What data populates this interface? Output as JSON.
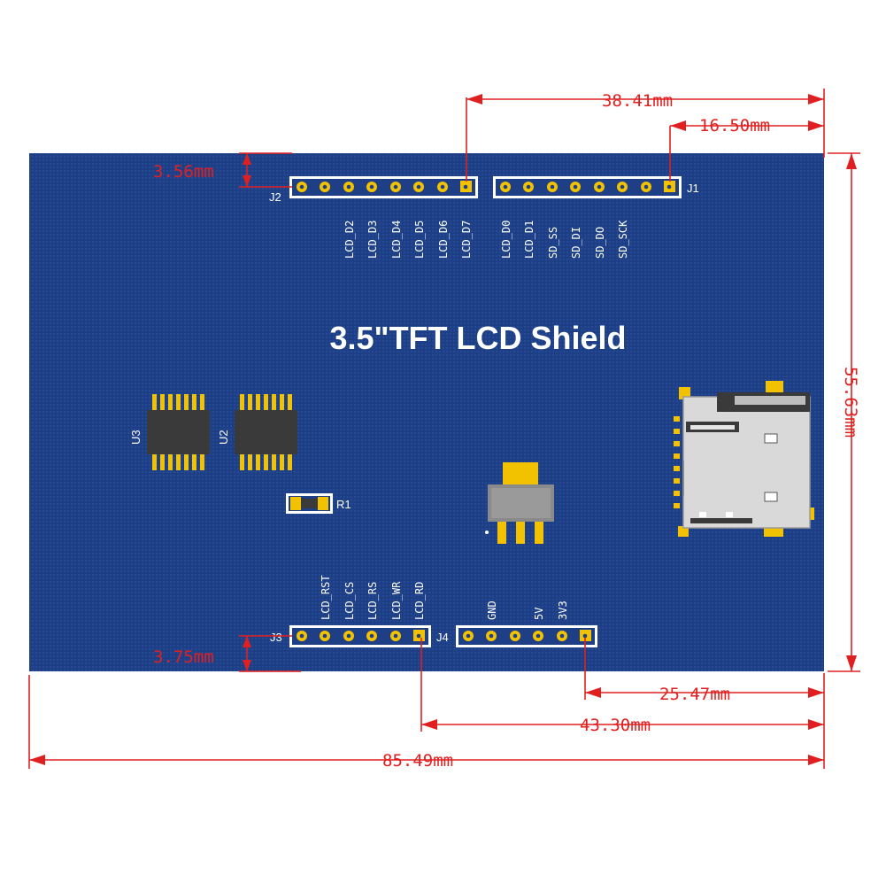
{
  "board": {
    "title": "3.5\"TFT LCD Shield",
    "pcb_color": "#1e3f86",
    "pad_color": "#f2c200"
  },
  "headers": {
    "j2": {
      "ref": "J2",
      "labels": [
        "LCD_D2",
        "LCD_D3",
        "LCD_D4",
        "LCD_D5",
        "LCD_D6",
        "LCD_D7"
      ]
    },
    "j1": {
      "ref": "J1",
      "labels": [
        "LCD_D0",
        "LCD_D1",
        "SD_SS",
        "SD_DI",
        "SD_DO",
        "SD_SCK"
      ]
    },
    "j3": {
      "ref": "J3",
      "labels": [
        "LCD_RST",
        "LCD_CS",
        "LCD_RS",
        "LCD_WR",
        "LCD_RD"
      ]
    },
    "j4": {
      "ref": "J4",
      "labels": [
        "GND",
        "5V",
        "3V3"
      ]
    }
  },
  "components": {
    "u3": "U3",
    "u2": "U2",
    "r1": "R1"
  },
  "dimensions": {
    "d_38_41": "38.41mm",
    "d_16_50": "16.50mm",
    "d_3_56": "3.56mm",
    "d_55_63": "55.63mm",
    "d_3_75": "3.75mm",
    "d_25_47": "25.47mm",
    "d_43_30": "43.30mm",
    "d_85_49": "85.49mm"
  },
  "colors": {
    "dimension": "#e02020"
  }
}
